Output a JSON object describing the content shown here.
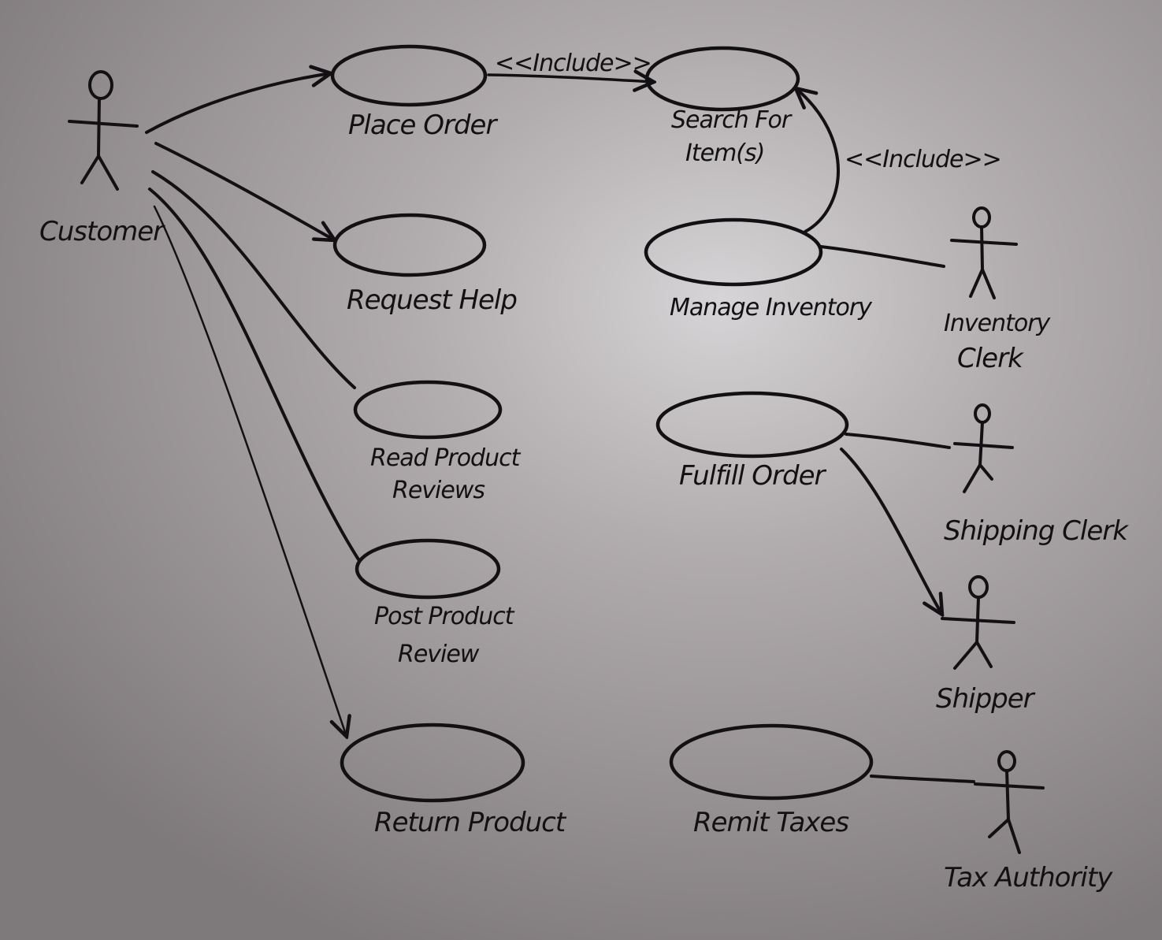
{
  "actors": {
    "customer": "Customer",
    "inventory_clerk": [
      "Inventory",
      "Clerk"
    ],
    "shipping_clerk": "Shipping Clerk",
    "shipper": "Shipper",
    "tax_authority": "Tax Authority"
  },
  "use_cases": {
    "place_order": [
      "Place Order"
    ],
    "search_for_items": [
      "Search For",
      "Item(s)"
    ],
    "request_help": [
      "Request Help"
    ],
    "manage_inventory": [
      "Manage Inventory"
    ],
    "read_product_reviews": [
      "Read Product",
      "Reviews"
    ],
    "fulfill_order": [
      "Fulfill Order"
    ],
    "post_product_review": [
      "Post Product",
      "Review"
    ],
    "return_product": [
      "Return Product"
    ],
    "remit_taxes": [
      "Remit Taxes"
    ]
  },
  "stereotypes": {
    "include_1": "<<Include>>",
    "include_2": "<<Include>>"
  },
  "colors": {
    "board": "#8f8a8c",
    "ink": "#121012"
  }
}
